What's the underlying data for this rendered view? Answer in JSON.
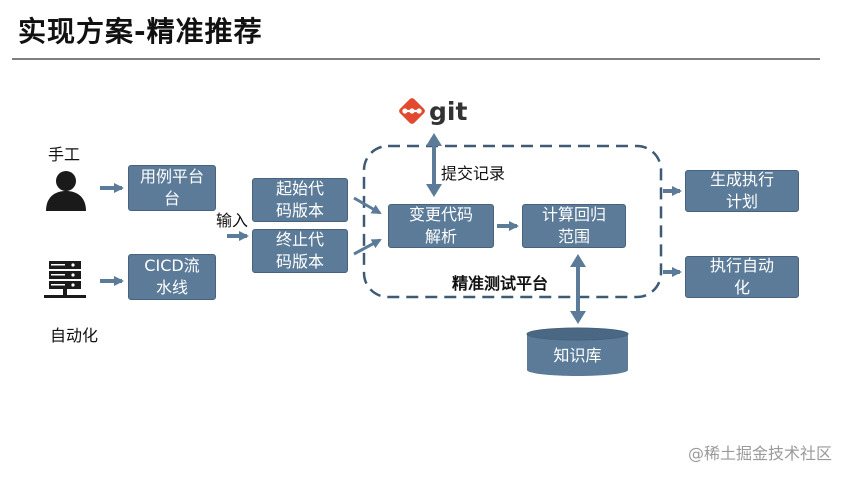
{
  "title": "实现方案-精准推荐",
  "labels": {
    "manual": "手工",
    "auto": "自动化",
    "input": "输入",
    "commit_log": "提交记录",
    "platform": "精准测试平台"
  },
  "git_text": "git",
  "nodes": {
    "use_case_platform": "用例平台\n台",
    "cicd": "CICD流\n水线",
    "start_version": "起始代\n码版本",
    "end_version": "终止代\n码版本",
    "change_parse": "变更代码\n解析",
    "calc_scope": "计算回归\n范围",
    "gen_plan": "生成执行\n计划",
    "auto_exec": "执行自动\n化",
    "knowledge_base": "知识库"
  },
  "watermark": "@稀土掘金技术社区",
  "colors": {
    "node_fill": "#5b7b98",
    "dashed_border": "#3e5a74",
    "git_orange": "#e2492e"
  }
}
